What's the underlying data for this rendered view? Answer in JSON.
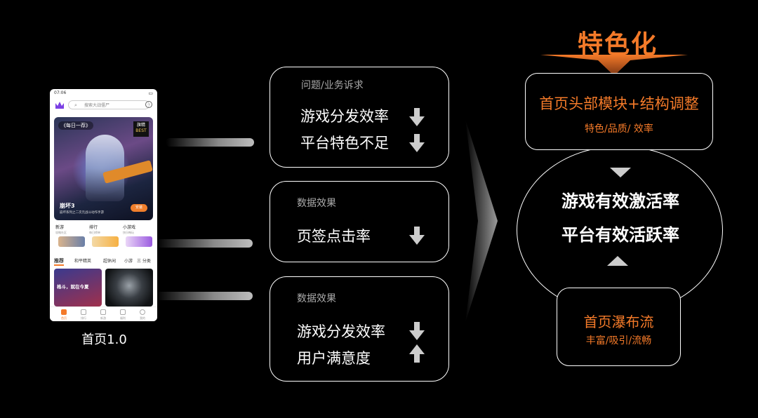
{
  "phone": {
    "status_time": "07:06",
    "search_placeholder": "搜索大战僵尸",
    "hero_tag": "《每日一荐》",
    "hero_badge_line1": "旗精",
    "hero_badge_line2": "BEST",
    "hero_title": "崩坏3",
    "hero_subtitle": "崩坏系列之二次元战斗动作手游",
    "hero_button": "安装",
    "categories": [
      {
        "title": "新游",
        "sub": "攻略社区"
      },
      {
        "title": "排行",
        "sub": "每日榜单"
      },
      {
        "title": "小游戏",
        "sub": "快乐畅玩"
      }
    ],
    "tabs": [
      "推荐",
      "和平精英",
      "超休闲",
      "小游",
      "三 分类"
    ],
    "card_text": "格斗，就在今夏",
    "nav": [
      "首页",
      "排行",
      "新游",
      "福利",
      "我的"
    ]
  },
  "phone_label": "首页1.0",
  "box1": {
    "label": "问题/业务诉求",
    "line1": "游戏分发效率",
    "line2": "平台特色不足"
  },
  "box2": {
    "label": "数据效果",
    "line1": "页签点击率"
  },
  "box3": {
    "label": "数据效果",
    "line1": "游戏分发效率",
    "line2": "用户满意度"
  },
  "right": {
    "title": "特色化",
    "top_main": "首页头部模块+结构调整",
    "top_sub": "特色/品质/ 效率",
    "center_line1": "游戏有效激活率",
    "center_line2": "平台有效活跃率",
    "bottom_main": "首页瀑布流",
    "bottom_sub": "丰富/吸引/流畅"
  },
  "colors": {
    "accent": "#f47a29",
    "background": "#000000"
  }
}
